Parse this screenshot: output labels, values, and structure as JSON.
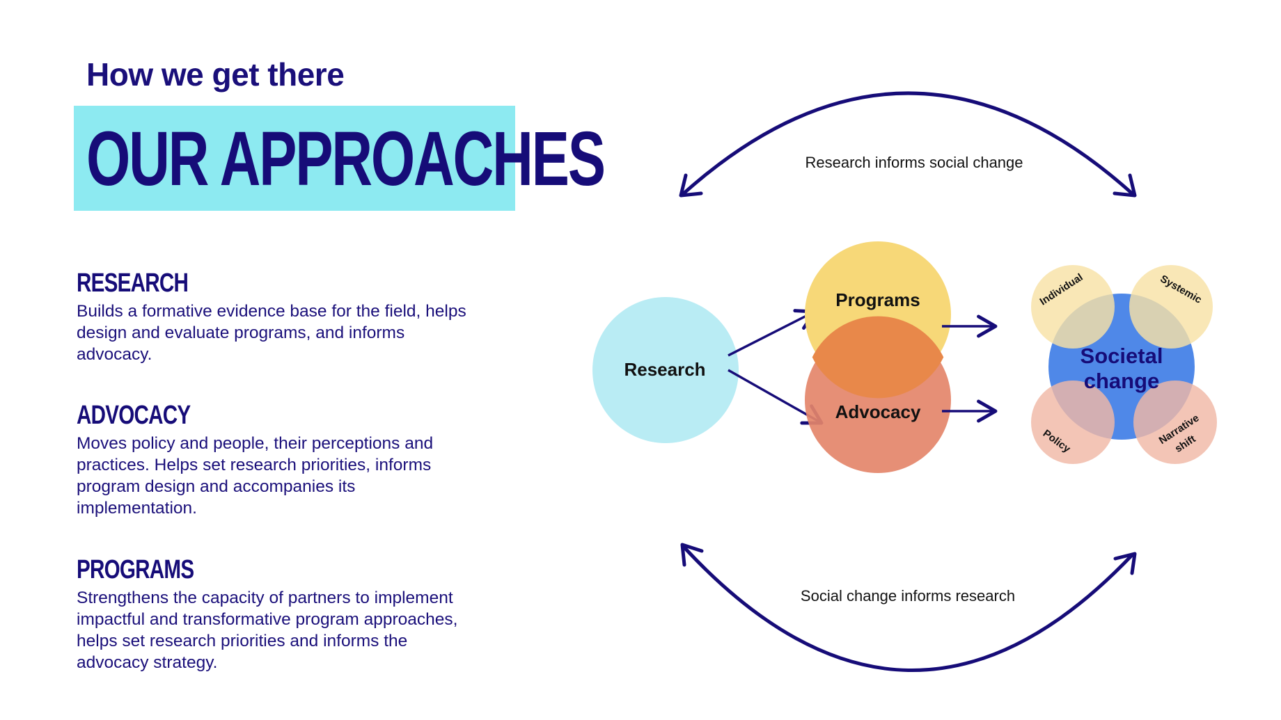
{
  "header": {
    "subtitle": "How we get there",
    "title": "OUR APPROACHES"
  },
  "sections": [
    {
      "heading": "RESEARCH",
      "body": "Builds a formative evidence base for the field, helps design and evaluate programs, and informs advocacy."
    },
    {
      "heading": "ADVOCACY",
      "body": "Moves policy and people, their perceptions and practices. Helps set research priorities, informs program design and accompanies its implementation."
    },
    {
      "heading": "PROGRAMS",
      "body": "Strengthens the capacity of partners to implement impactful and transformative program approaches, helps set research priorities and informs the advocacy strategy."
    }
  ],
  "diagram": {
    "top_caption": "Research informs social change",
    "bottom_caption": "Social change informs research",
    "research": "Research",
    "programs": "Programs",
    "advocacy": "Advocacy",
    "societal_line1": "Societal",
    "societal_line2": "change",
    "individual": "Individual",
    "systemic": "Systemic",
    "policy": "Policy",
    "narrative_line1": "Narrative",
    "narrative_line2": "shift"
  },
  "colors": {
    "navy": "#160c78",
    "title_bg": "#8deaf1",
    "research_circle": "#b9ecf4",
    "programs_circle": "#f7d878",
    "advocacy_circle": "#e4866a",
    "societal_circle": "#4f88e8",
    "light_yellow": "#f8e2a6",
    "light_salmon": "#f0b8a6"
  }
}
